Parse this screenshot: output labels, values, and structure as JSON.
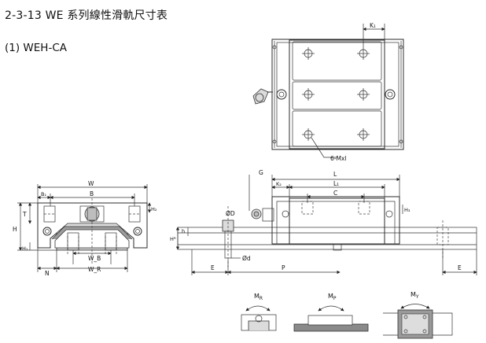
{
  "header": {
    "title": "2-3-13 WE 系列線性滑軌尺寸表",
    "subtitle": "(1) WEH-CA"
  },
  "dimensions": {
    "top_view": {
      "k1": "K₁",
      "mounting_screw": "6-Mxl"
    },
    "front_view": {
      "w": "W",
      "b1": "B₁",
      "b": "B",
      "h2": "H₂",
      "t": "T",
      "h": "H",
      "h1": "H₁",
      "wb": "W_B",
      "wr": "W_R",
      "n": "N"
    },
    "side_view": {
      "g": "G",
      "l": "L",
      "l1": "L₁",
      "k2": "K₂",
      "c": "C",
      "h3": "H₃",
      "diameter_d_large": "ØD",
      "diameter_d_small": "Ød",
      "hr": "Hᴿ",
      "h": "h",
      "e_left": "E",
      "p": "P",
      "e_right": "E"
    }
  },
  "moments": [
    {
      "symbol": "M",
      "subscript": "R"
    },
    {
      "symbol": "M",
      "subscript": "P"
    },
    {
      "symbol": "M",
      "subscript": "Y"
    }
  ]
}
